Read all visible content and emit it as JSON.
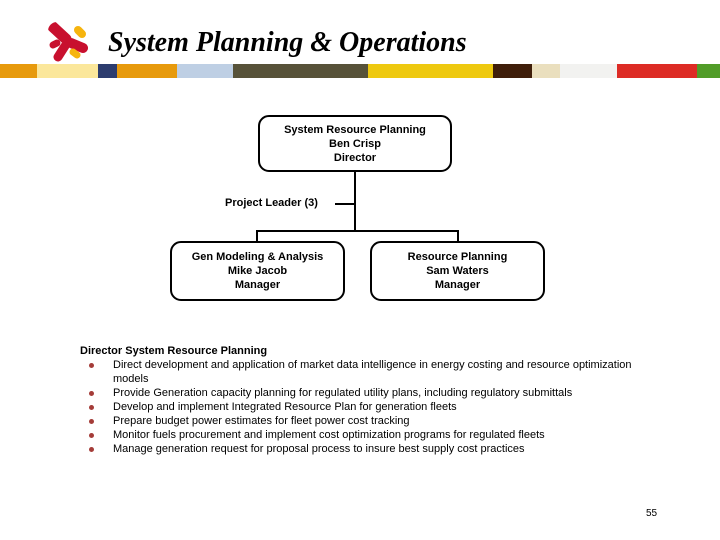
{
  "header": {
    "title": "System Planning & Operations",
    "logo": "xcel-style-pinwheel-logo",
    "logo_colors": {
      "red": "#C8102E",
      "yellow": "#F6B40E"
    },
    "stripe_segments": [
      {
        "color": "#E79A0D",
        "width": 37
      },
      {
        "color": "#FBE79B",
        "width": 61
      },
      {
        "color": "#2C3C6E",
        "width": 19
      },
      {
        "color": "#E79A0D",
        "width": 60
      },
      {
        "color": "#BECFE4",
        "width": 56
      },
      {
        "color": "#575239",
        "width": 135
      },
      {
        "color": "#EEC90F",
        "width": 125
      },
      {
        "color": "#3F1E0A",
        "width": 39
      },
      {
        "color": "#EADFBE",
        "width": 28
      },
      {
        "color": "#F2F2F0",
        "width": 57
      },
      {
        "color": "#DD2B25",
        "width": 80
      },
      {
        "color": "#519C28",
        "width": 23
      }
    ]
  },
  "org_chart": {
    "root_box": {
      "line1": "System Resource Planning",
      "line2": "Ben Crisp",
      "line3": "Director"
    },
    "side_label": "Project Leader (3)",
    "child_boxes": [
      {
        "line1": "Gen Modeling & Analysis",
        "line2": "Mike Jacob",
        "line3": "Manager"
      },
      {
        "line1": "Resource Planning",
        "line2": "Sam Waters",
        "line3": "Manager"
      }
    ]
  },
  "body": {
    "heading": "Director System Resource Planning",
    "bullet_color": "#A43C38",
    "bullets": [
      "Direct development and application of  market data intelligence in energy costing and resource optimization models",
      "Provide Generation capacity planning for regulated utility plans, including regulatory submittals",
      "Develop and implement Integrated Resource Plan for generation fleets",
      "Prepare budget power estimates for fleet power cost tracking",
      "Monitor fuels procurement and implement cost optimization programs for regulated fleets",
      "Manage generation request for proposal process to insure best supply cost practices"
    ]
  },
  "footer": {
    "page_number": "55"
  }
}
